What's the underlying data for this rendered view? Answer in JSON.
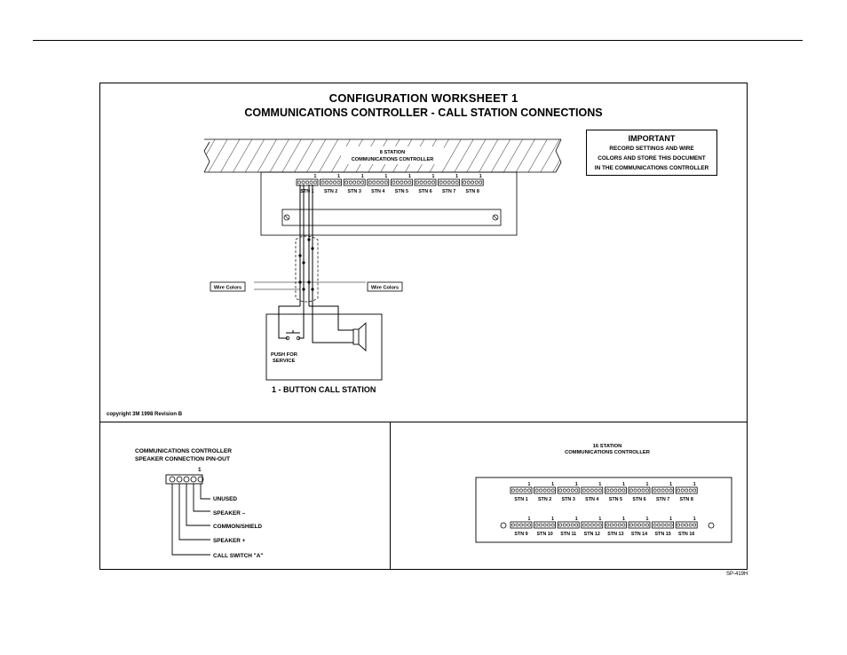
{
  "worksheet": {
    "title": "CONFIGURATION WORKSHEET 1",
    "subtitle": "COMMUNICATIONS CONTROLLER - CALL STATION CONNECTIONS",
    "copyright": "copyright 3M 1998  Revision B",
    "doc_code": "SP-419H"
  },
  "important": {
    "heading": "IMPORTANT",
    "lines": [
      "RECORD SETTINGS AND WIRE",
      "COLORS AND STORE THIS DOCUMENT",
      "IN THE COMMUNICATIONS CONTROLLER"
    ]
  },
  "controller8": {
    "label_line1": "8 STATION",
    "label_line2": "COMMUNICATIONS  CONTROLLER",
    "pin1_label": "1",
    "stations": [
      "STN 1",
      "STN 2",
      "STN 3",
      "STN 4",
      "STN 5",
      "STN 6",
      "STN 7",
      "STN 8"
    ]
  },
  "wiring": {
    "wire_colors_left": "Wire Colors",
    "wire_colors_right": "Wire Colors"
  },
  "call_station": {
    "push_line1": "PUSH FOR",
    "push_line2": "SERVICE",
    "caption": "1 - BUTTON CALL STATION"
  },
  "pinout": {
    "title_line1": "COMMUNICATIONS CONTROLLER",
    "title_line2": "SPEAKER CONNECTION PIN-OUT",
    "pin1_label": "1",
    "pins": [
      "UNUSED",
      "SPEAKER –",
      "COMMON/SHIELD",
      "SPEAKER +",
      "CALL SWITCH \"A\""
    ]
  },
  "controller16": {
    "label_line1": "16 STATION",
    "label_line2": "COMMUNICATIONS  CONTROLLER",
    "pin1_label": "1",
    "row1": [
      "STN 1",
      "STN 2",
      "STN 3",
      "STN 4",
      "STN 5",
      "STN 6",
      "STN 7",
      "STN 8"
    ],
    "row2": [
      "STN 9",
      "STN 10",
      "STN 11",
      "STN 12",
      "STN 13",
      "STN 14",
      "STN 15",
      "STN 16"
    ]
  }
}
